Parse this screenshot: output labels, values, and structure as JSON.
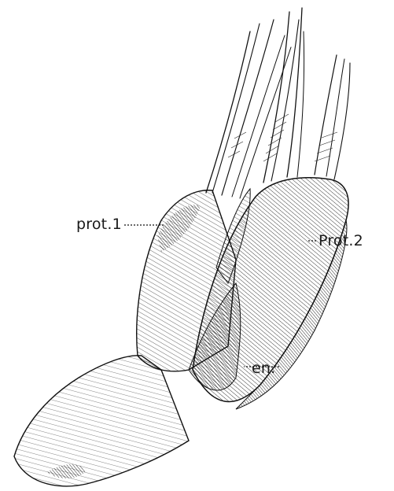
{
  "figure": {
    "labels": {
      "prot1": "prot.1",
      "prot2": "Prot.2",
      "en": "en."
    },
    "ink_color": "#1a1a1a",
    "background": "#ffffff"
  }
}
